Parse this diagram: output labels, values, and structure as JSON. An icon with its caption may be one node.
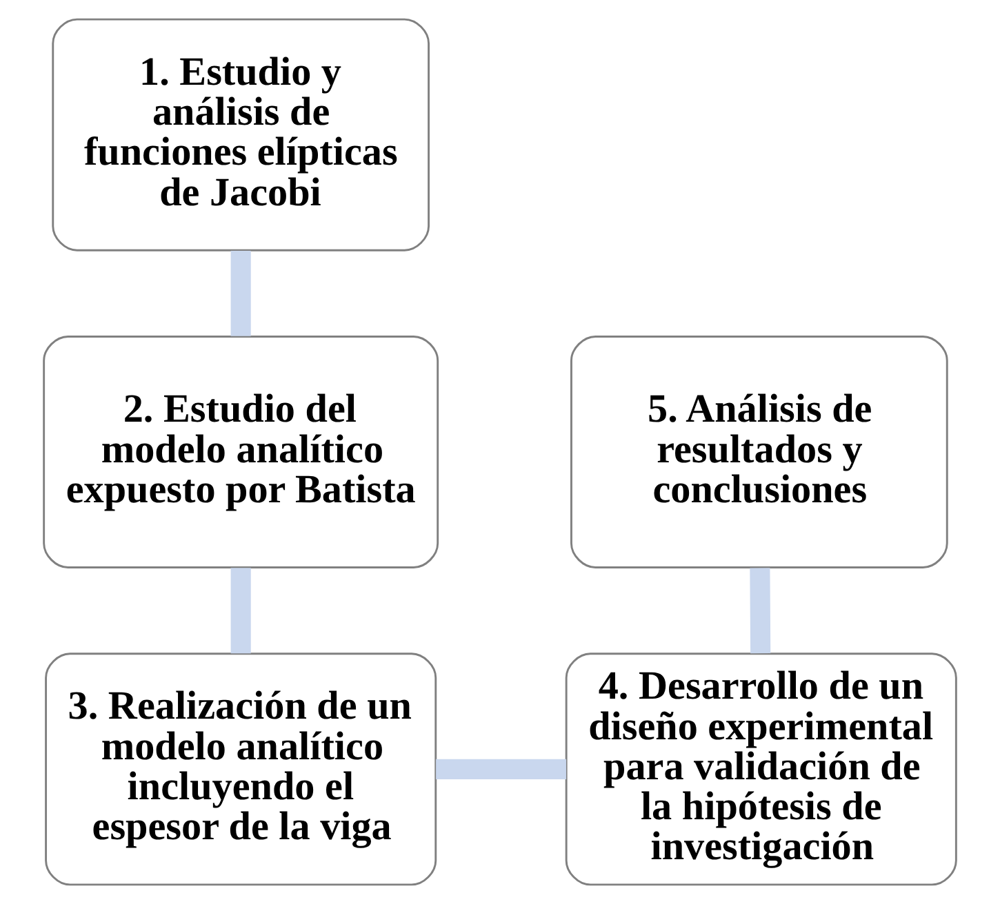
{
  "diagram": {
    "nodes": [
      {
        "text": [
          "1. Estudio y análisis de funciones elípticas de Jacobi"
        ]
      },
      {
        "text": [
          "2. Estudio del modelo analítico expuesto por Batista"
        ]
      },
      {
        "text": [
          "3. Realización de un modelo analítico incluyendo el espesor de la viga"
        ]
      },
      {
        "text": [
          "4. Desarrollo de un diseño experimental para validación de la hipótesis de investigación"
        ]
      },
      {
        "text": [
          "5. Análisis de resultados y conclusiones"
        ]
      }
    ],
    "edges": [
      {
        "from": 0,
        "to": 1,
        "arrow": "none"
      },
      {
        "from": 1,
        "to": 2,
        "arrow": "none"
      },
      {
        "from": 2,
        "to": 3,
        "arrow": "none"
      },
      {
        "from": 3,
        "to": 4,
        "arrow": "none"
      }
    ]
  }
}
